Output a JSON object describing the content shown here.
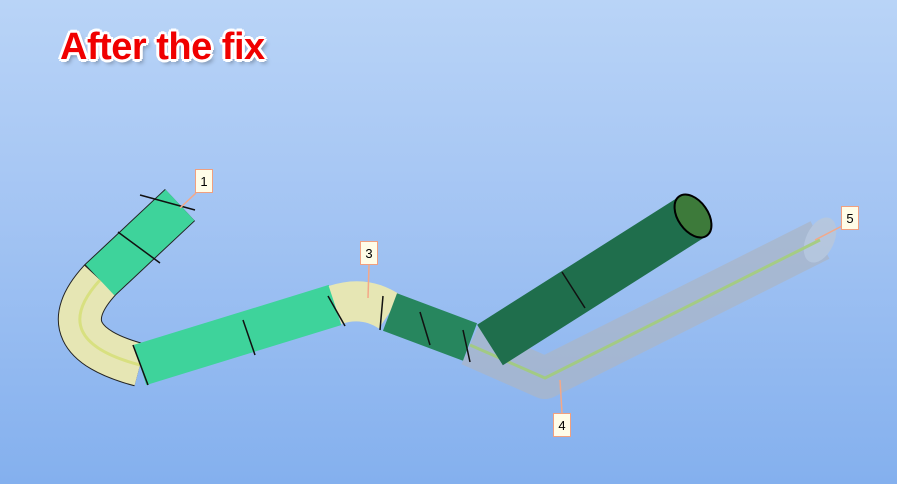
{
  "title": "After the fix",
  "colors": {
    "red_title": "#f00000",
    "pipe_green": "#3ecf9a",
    "pipe_dark_green": "#1f6e4c",
    "bend_yellow": "#e8e8b8",
    "pipe_grey": "#b4c0d4",
    "leader": "#f4a888"
  },
  "labels": [
    {
      "text": "1"
    },
    {
      "text": "3"
    },
    {
      "text": "4"
    },
    {
      "text": "5"
    }
  ]
}
